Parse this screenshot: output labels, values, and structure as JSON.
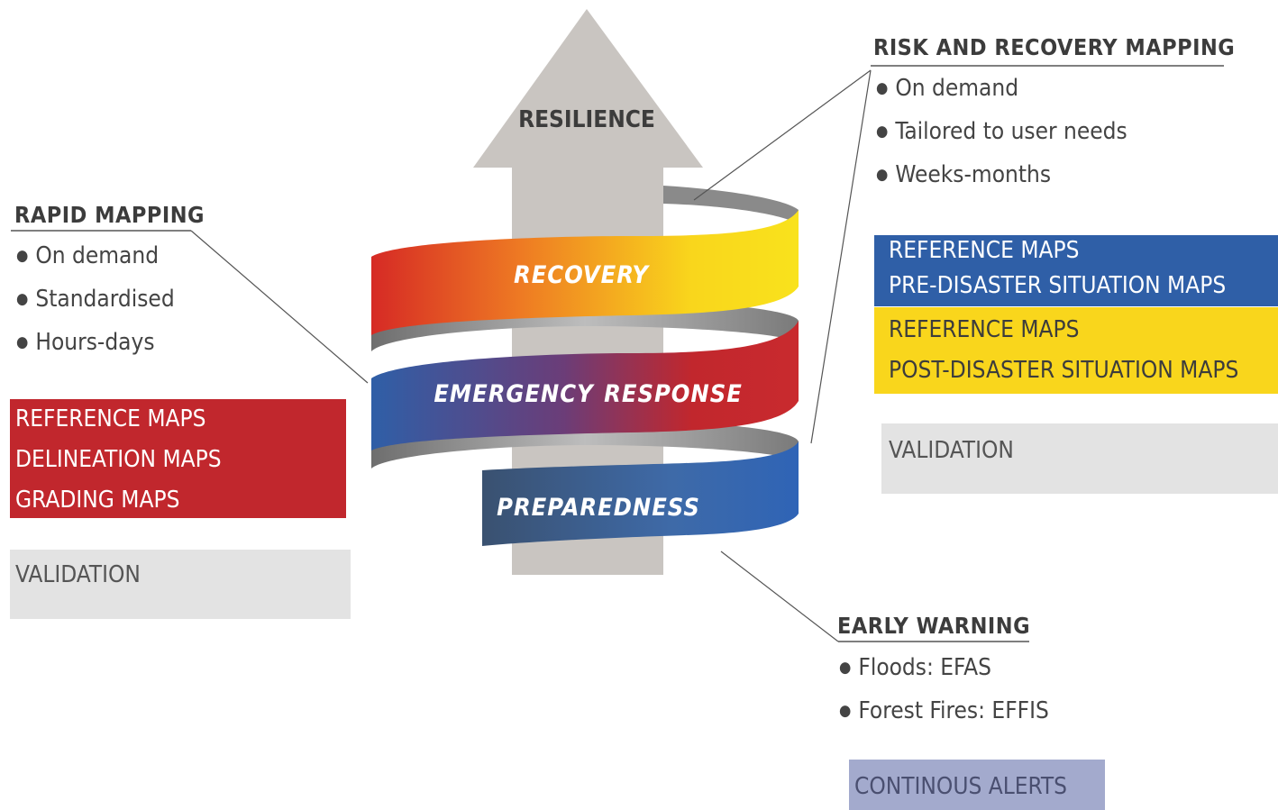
{
  "center": {
    "arrow_label": "RESILIENCE",
    "bands": {
      "recovery": "RECOVERY",
      "emergency_left": "EMERGENCY",
      "emergency_right": "RESPONSE",
      "preparedness": "PREPAREDNESS"
    }
  },
  "rapid_mapping": {
    "heading": "RAPID MAPPING",
    "bullets": [
      "On demand",
      "Standardised",
      "Hours-days"
    ],
    "products": [
      "REFERENCE MAPS",
      "DELINEATION MAPS",
      "GRADING MAPS"
    ],
    "validation": "VALIDATION"
  },
  "risk_recovery": {
    "heading": "RISK AND RECOVERY MAPPING",
    "bullets": [
      "On demand",
      "Tailored to user needs",
      "Weeks-months"
    ],
    "pre_disaster": [
      "REFERENCE MAPS",
      "PRE-DISASTER SITUATION MAPS"
    ],
    "post_disaster": [
      "REFERENCE MAPS",
      "POST-DISASTER SITUATION MAPS"
    ],
    "validation": "VALIDATION"
  },
  "early_warning": {
    "heading": "EARLY WARNING",
    "bullets": [
      "Floods: EFAS",
      "Forest Fires: EFFIS"
    ],
    "alerts": "CONTINOUS ALERTS"
  },
  "colors": {
    "red_box": "#c1272d",
    "blue_box": "#2f5fa7",
    "yellow_box": "#f9d61c",
    "grey_box": "#e3e3e3",
    "alerts_box": "#a3aacd",
    "arrow": "#c9c5c1"
  }
}
